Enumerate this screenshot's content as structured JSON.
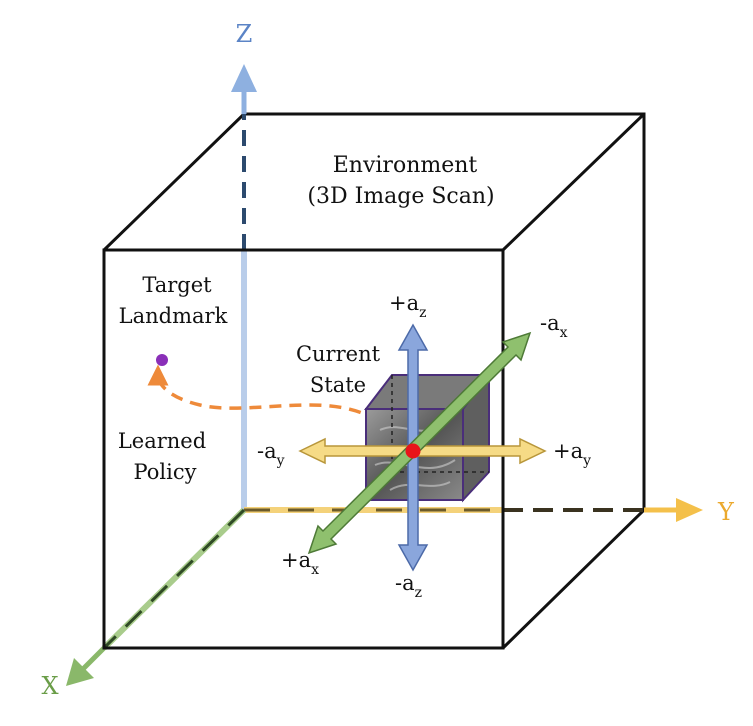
{
  "axes": {
    "z": {
      "label": "Z",
      "color": "#6f95cf"
    },
    "y": {
      "label": "Y",
      "color": "#f0b43a"
    },
    "x": {
      "label": "X",
      "color": "#7bab59"
    }
  },
  "environment": {
    "line1": "Environment",
    "line2": "(3D Image Scan)"
  },
  "target": {
    "line1": "Target",
    "line2": "Landmark",
    "color": "#8a2fb8"
  },
  "current_state": {
    "line1": "Current",
    "line2": "State",
    "point_color": "#e8141a"
  },
  "policy": {
    "line1": "Learned",
    "line2": "Policy",
    "color": "#ee8a3a"
  },
  "actions": {
    "plus_az": {
      "sign": "+a",
      "sub": "z"
    },
    "minus_az": {
      "sign": "-a",
      "sub": "z"
    },
    "plus_ay": {
      "sign": "+a",
      "sub": "y"
    },
    "minus_ay": {
      "sign": "-a",
      "sub": "y"
    },
    "plus_ax": {
      "sign": "+a",
      "sub": "x"
    },
    "minus_ax": {
      "sign": "-a",
      "sub": "x"
    }
  },
  "colors": {
    "az_arrow": "#7d9bd8",
    "ay_arrow": "#f3d57a",
    "ax_arrow": "#7fb361",
    "box": "#111111",
    "state_cube": "#4a2e7a"
  }
}
